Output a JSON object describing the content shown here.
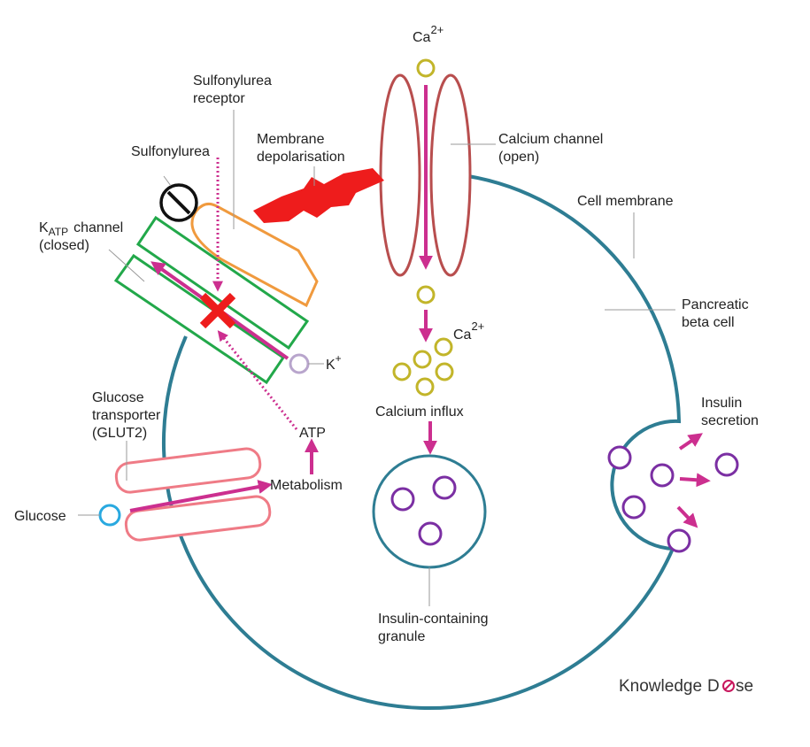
{
  "colors": {
    "membrane": "#2e7d93",
    "arrow": "#cc2f8f",
    "calcium": "#c2b52a",
    "insulin": "#7b2fa3",
    "katp": "#22a84a",
    "receptor": "#f09a3e",
    "channel": "#b84e4e",
    "glut": "#ef7b86",
    "glucose": "#29a9e0",
    "potassium": "#b8a5cc",
    "spark": "#ee1c1c"
  },
  "labels": {
    "calcium_top": "Ca",
    "calcium_top_sup": "2+",
    "sulfonylurea_receptor_1": "Sulfonylurea",
    "sulfonylurea_receptor_2": "receptor",
    "sulfonylurea": "Sulfonylurea",
    "membrane_depol_1": "Membrane",
    "membrane_depol_2": "depolarisation",
    "calcium_channel_1": "Calcium channel",
    "calcium_channel_2": "(open)",
    "cell_membrane": "Cell membrane",
    "katp_k": "K",
    "katp_sub": "ATP",
    "katp_channel": "channel",
    "katp_closed": "(closed)",
    "pancreatic_1": "Pancreatic",
    "pancreatic_2": "beta cell",
    "calcium_mid": "Ca",
    "calcium_mid_sup": "2+",
    "potassium": "K",
    "potassium_sup": "+",
    "glucose_transporter_1": "Glucose",
    "glucose_transporter_2": "transporter",
    "glucose_transporter_3": "(GLUT2)",
    "calcium_influx": "Calcium influx",
    "insulin_secretion_1": "Insulin",
    "insulin_secretion_2": "secretion",
    "atp": "ATP",
    "metabolism": "Metabolism",
    "glucose": "Glucose",
    "granule_1": "Insulin-containing",
    "granule_2": "granule"
  },
  "brand": {
    "part1": "Knowledge",
    "part2": "D",
    "part3": "se",
    "logo_color": "#c8175d"
  }
}
